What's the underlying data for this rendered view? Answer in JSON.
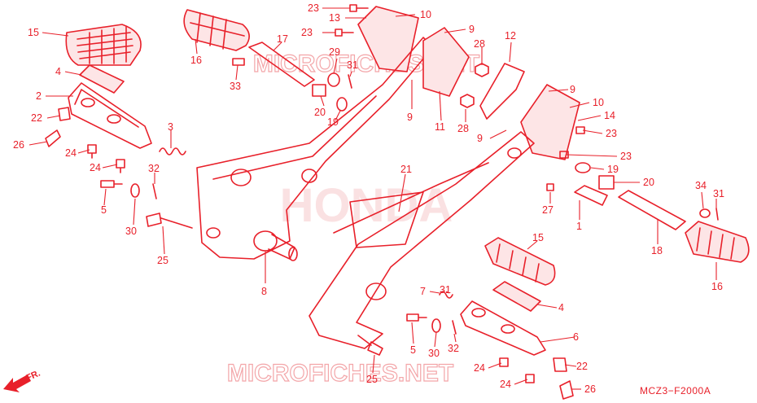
{
  "diagram": {
    "code": "MCZ3−F2000A",
    "brand_watermark": "HONDA",
    "site_watermark": "MICROFICHES.NET",
    "direction_label": "FR.",
    "accent_color": "#e8202a",
    "callouts": [
      {
        "id": "c15a",
        "label": "15"
      },
      {
        "id": "c4a",
        "label": "4"
      },
      {
        "id": "c2",
        "label": "2"
      },
      {
        "id": "c22a",
        "label": "22"
      },
      {
        "id": "c26a",
        "label": "26"
      },
      {
        "id": "c3",
        "label": "3"
      },
      {
        "id": "c24a",
        "label": "24"
      },
      {
        "id": "c24b",
        "label": "24"
      },
      {
        "id": "c32a",
        "label": "32"
      },
      {
        "id": "c5a",
        "label": "5"
      },
      {
        "id": "c30a",
        "label": "30"
      },
      {
        "id": "c25a",
        "label": "25"
      },
      {
        "id": "c16a",
        "label": "16"
      },
      {
        "id": "c33",
        "label": "33"
      },
      {
        "id": "c17",
        "label": "17"
      },
      {
        "id": "c23a",
        "label": "23"
      },
      {
        "id": "c23b",
        "label": "23"
      },
      {
        "id": "c13",
        "label": "13"
      },
      {
        "id": "c10a",
        "label": "10"
      },
      {
        "id": "c9a",
        "label": "9"
      },
      {
        "id": "c29",
        "label": "29"
      },
      {
        "id": "c31a",
        "label": "31"
      },
      {
        "id": "c20a",
        "label": "20"
      },
      {
        "id": "c19a",
        "label": "19"
      },
      {
        "id": "c9b",
        "label": "9"
      },
      {
        "id": "c11",
        "label": "11"
      },
      {
        "id": "c28a",
        "label": "28"
      },
      {
        "id": "c28b",
        "label": "28"
      },
      {
        "id": "c12",
        "label": "12"
      },
      {
        "id": "c9c",
        "label": "9"
      },
      {
        "id": "c9d",
        "label": "9"
      },
      {
        "id": "c10b",
        "label": "10"
      },
      {
        "id": "c14",
        "label": "14"
      },
      {
        "id": "c23c",
        "label": "23"
      },
      {
        "id": "c23d",
        "label": "23"
      },
      {
        "id": "c19b",
        "label": "19"
      },
      {
        "id": "c20b",
        "label": "20"
      },
      {
        "id": "c21",
        "label": "21"
      },
      {
        "id": "c8",
        "label": "8"
      },
      {
        "id": "c27",
        "label": "27"
      },
      {
        "id": "c1",
        "label": "1"
      },
      {
        "id": "c34",
        "label": "34"
      },
      {
        "id": "c31b",
        "label": "31"
      },
      {
        "id": "c18",
        "label": "18"
      },
      {
        "id": "c16b",
        "label": "16"
      },
      {
        "id": "c15b",
        "label": "15"
      },
      {
        "id": "c4b",
        "label": "4"
      },
      {
        "id": "c7",
        "label": "7"
      },
      {
        "id": "c31c",
        "label": "31"
      },
      {
        "id": "c6",
        "label": "6"
      },
      {
        "id": "c5b",
        "label": "5"
      },
      {
        "id": "c30b",
        "label": "30"
      },
      {
        "id": "c32b",
        "label": "32"
      },
      {
        "id": "c22b",
        "label": "22"
      },
      {
        "id": "c24c",
        "label": "24"
      },
      {
        "id": "c24d",
        "label": "24"
      },
      {
        "id": "c26b",
        "label": "26"
      },
      {
        "id": "c25b",
        "label": "25"
      }
    ]
  }
}
